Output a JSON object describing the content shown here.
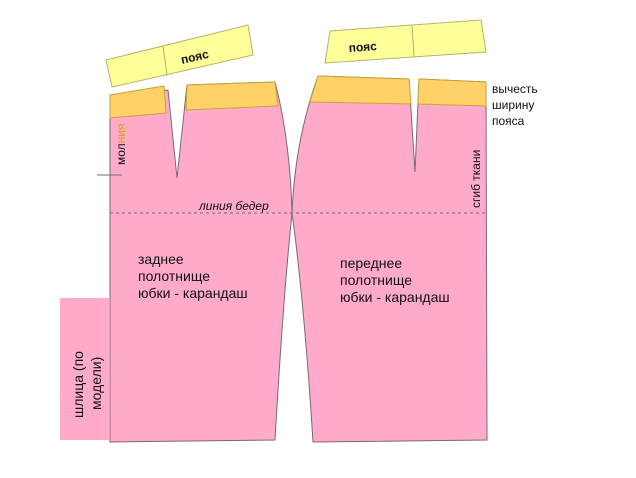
{
  "colors": {
    "panel": "#ffaacb",
    "panel_stroke": "#7a6a70",
    "belt": "#ffff99",
    "belt_stroke": "#b4b46a",
    "yoke": "#ffd166",
    "yoke_stroke": "#c7a23c",
    "hip_line": "#6e6e6e",
    "zipper_text": "#d9a200",
    "text": "#111111"
  },
  "belts": {
    "back_label": "пояс",
    "front_label": "пояс"
  },
  "labels": {
    "zipper_part1": "мол",
    "zipper_part2": "ния",
    "hip_line": "линия бедер",
    "fold": "сгиб ткани",
    "remove_width": [
      "вычесть",
      "ширину",
      "пояса"
    ],
    "slit": [
      "шлица (по",
      "модели)"
    ]
  },
  "back_panel": {
    "title": [
      "заднее",
      "полотнище",
      "юбки - карандаш"
    ]
  },
  "front_panel": {
    "title": [
      "переднее",
      "полотнище",
      "юбки - карандаш"
    ]
  }
}
